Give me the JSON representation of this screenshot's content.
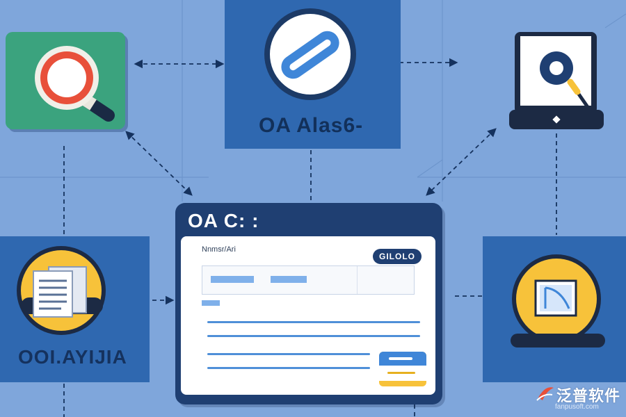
{
  "tiles": {
    "link": {
      "label": "OA Alas6-"
    },
    "documents": {
      "label": "OOI.AYIJIA"
    }
  },
  "window": {
    "title": "OA C: :",
    "field_label": "Nnmsr/Ari",
    "action_button": "GILOLO"
  },
  "watermark": {
    "brand": "泛普软件",
    "url": "fanpusoft.com"
  },
  "icons": [
    "magnifier-icon",
    "link-icon",
    "tablet-search-icon",
    "documents-icon",
    "chart-icon"
  ],
  "colors": {
    "background": "#7fa6db",
    "tile_blue": "#2f68b0",
    "tile_green": "#3ba37e",
    "window_navy": "#1f3f72",
    "accent_yellow": "#f7c23a",
    "accent_red": "#e8503a"
  }
}
